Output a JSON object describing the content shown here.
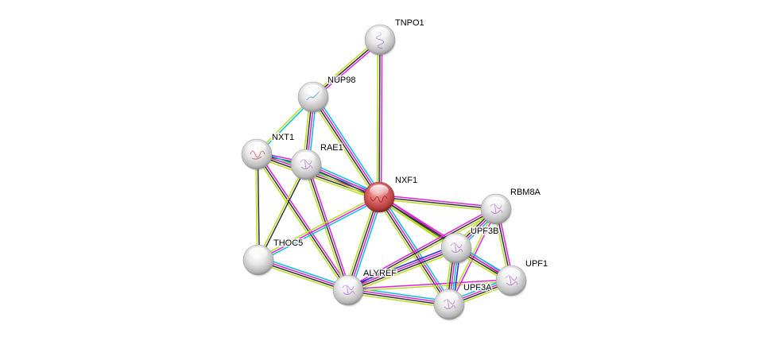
{
  "network": {
    "title": "NXF1 interaction network",
    "colors": {
      "query_node": "#d9534f",
      "default_node": "#e6e6e6",
      "edge_curated_db": "#00c0e0",
      "edge_experimental": "#e020e0",
      "edge_textmining": "#b8e020",
      "edge_coexpression": "#333333",
      "edge_homology": "#2030e0",
      "edge_neighborhood": "#20a020"
    },
    "nodes": [
      {
        "id": "TNPO1",
        "label": "TNPO1",
        "query": false,
        "structure": "helix"
      },
      {
        "id": "NUP98",
        "label": "NUP98",
        "query": false,
        "structure": "ribbon-cyan"
      },
      {
        "id": "NXT1",
        "label": "NXT1",
        "query": false,
        "structure": "ribbon-red"
      },
      {
        "id": "RAE1",
        "label": "RAE1",
        "query": false,
        "structure": "ribbon"
      },
      {
        "id": "NXF1",
        "label": "NXF1",
        "query": true,
        "structure": "none"
      },
      {
        "id": "RBM8A",
        "label": "RBM8A",
        "query": false,
        "structure": "ribbon"
      },
      {
        "id": "UPF3B",
        "label": "UPF3B",
        "query": false,
        "structure": "ribbon"
      },
      {
        "id": "THOC5",
        "label": "THOC5",
        "query": false,
        "structure": "none"
      },
      {
        "id": "UPF1",
        "label": "UPF1",
        "query": false,
        "structure": "ribbon"
      },
      {
        "id": "ALYREF",
        "label": "ALYREF",
        "query": false,
        "structure": "ribbon"
      },
      {
        "id": "UPF3A",
        "label": "UPF3A",
        "query": false,
        "structure": "ribbon"
      }
    ],
    "edges": [
      {
        "source": "TNPO1",
        "target": "NUP98",
        "types": [
          "experimental",
          "coexpression",
          "textmining"
        ]
      },
      {
        "source": "TNPO1",
        "target": "NXF1",
        "types": [
          "experimental",
          "coexpression",
          "textmining"
        ]
      },
      {
        "source": "NUP98",
        "target": "NXT1",
        "types": [
          "curated_db",
          "textmining"
        ]
      },
      {
        "source": "NUP98",
        "target": "RAE1",
        "types": [
          "curated_db",
          "experimental",
          "coexpression",
          "textmining"
        ]
      },
      {
        "source": "NUP98",
        "target": "NXF1",
        "types": [
          "curated_db",
          "experimental",
          "coexpression",
          "textmining"
        ]
      },
      {
        "source": "NXT1",
        "target": "RAE1",
        "types": [
          "experimental",
          "coexpression",
          "textmining"
        ]
      },
      {
        "source": "NXT1",
        "target": "NXF1",
        "types": [
          "curated_db",
          "experimental",
          "coexpression",
          "textmining"
        ]
      },
      {
        "source": "NXT1",
        "target": "THOC5",
        "types": [
          "coexpression",
          "textmining"
        ]
      },
      {
        "source": "NXT1",
        "target": "ALYREF",
        "types": [
          "experimental",
          "coexpression",
          "textmining"
        ]
      },
      {
        "source": "RAE1",
        "target": "NXF1",
        "types": [
          "curated_db",
          "experimental",
          "coexpression",
          "textmining"
        ]
      },
      {
        "source": "RAE1",
        "target": "THOC5",
        "types": [
          "coexpression",
          "textmining"
        ]
      },
      {
        "source": "RAE1",
        "target": "ALYREF",
        "types": [
          "experimental",
          "coexpression",
          "textmining"
        ]
      },
      {
        "source": "NXF1",
        "target": "THOC5",
        "types": [
          "curated_db",
          "experimental",
          "textmining"
        ]
      },
      {
        "source": "NXF1",
        "target": "ALYREF",
        "types": [
          "curated_db",
          "experimental",
          "coexpression",
          "textmining"
        ]
      },
      {
        "source": "NXF1",
        "target": "RBM8A",
        "types": [
          "experimental",
          "coexpression",
          "textmining"
        ]
      },
      {
        "source": "NXF1",
        "target": "UPF3B",
        "types": [
          "experimental",
          "coexpression",
          "textmining"
        ]
      },
      {
        "source": "NXF1",
        "target": "UPF3A",
        "types": [
          "curated_db",
          "experimental",
          "coexpression",
          "textmining"
        ]
      },
      {
        "source": "NXF1",
        "target": "UPF1",
        "types": [
          "experimental",
          "coexpression",
          "textmining"
        ]
      },
      {
        "source": "THOC5",
        "target": "ALYREF",
        "types": [
          "curated_db",
          "experimental",
          "coexpression",
          "textmining"
        ]
      },
      {
        "source": "ALYREF",
        "target": "RBM8A",
        "types": [
          "experimental",
          "coexpression",
          "textmining"
        ]
      },
      {
        "source": "ALYREF",
        "target": "UPF3B",
        "types": [
          "homology",
          "experimental",
          "coexpression",
          "textmining"
        ]
      },
      {
        "source": "ALYREF",
        "target": "UPF3A",
        "types": [
          "curated_db",
          "experimental",
          "coexpression",
          "textmining"
        ]
      },
      {
        "source": "ALYREF",
        "target": "UPF1",
        "types": [
          "experimental",
          "textmining"
        ]
      },
      {
        "source": "RBM8A",
        "target": "UPF3B",
        "types": [
          "curated_db",
          "experimental",
          "coexpression",
          "textmining"
        ]
      },
      {
        "source": "RBM8A",
        "target": "UPF3A",
        "types": [
          "experimental",
          "textmining"
        ]
      },
      {
        "source": "RBM8A",
        "target": "UPF1",
        "types": [
          "experimental",
          "coexpression",
          "textmining"
        ]
      },
      {
        "source": "UPF3B",
        "target": "UPF3A",
        "types": [
          "homology",
          "curated_db",
          "experimental",
          "coexpression",
          "textmining"
        ]
      },
      {
        "source": "UPF3B",
        "target": "UPF1",
        "types": [
          "curated_db",
          "experimental",
          "coexpression",
          "textmining"
        ]
      },
      {
        "source": "UPF3A",
        "target": "UPF1",
        "types": [
          "curated_db",
          "experimental",
          "coexpression",
          "textmining"
        ]
      }
    ]
  }
}
